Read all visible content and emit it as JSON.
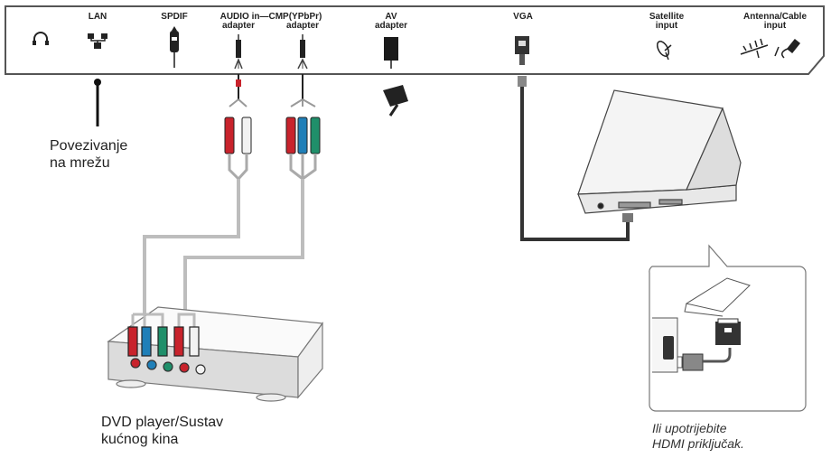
{
  "panel": {
    "ports": [
      {
        "id": "headphone",
        "label": "",
        "icon": "headphone-icon"
      },
      {
        "id": "lan",
        "label": "LAN",
        "icon": "network-icon"
      },
      {
        "id": "spdif",
        "label": "SPDIF",
        "icon": "spdif-plug-icon"
      },
      {
        "id": "audio-cmp",
        "label": "AUDIO in—CMP(YPbPr)",
        "icon": "mini-jack-icon"
      },
      {
        "id": "audio-adapter",
        "label": "adapter"
      },
      {
        "id": "cmp-adapter",
        "label": "adapter"
      },
      {
        "id": "av",
        "label": "AV",
        "sublabel": "adapter",
        "icon": "av-adapter-icon"
      },
      {
        "id": "vga",
        "label": "VGA",
        "icon": "vga-connector-icon"
      },
      {
        "id": "satellite",
        "label": "Satellite",
        "sublabel": "input",
        "icon": "satellite-dish-icon"
      },
      {
        "id": "antenna",
        "label": "Antenna/Cable",
        "sublabel": "input",
        "icon": "antenna-icon"
      }
    ]
  },
  "captions": {
    "network": [
      "Povezivanje",
      "na mrežu"
    ],
    "dvd": [
      "DVD player/Sustav",
      "kućnog kina"
    ],
    "hdmi": [
      "Ili upotrijebite",
      "HDMI priključak."
    ]
  },
  "colors": {
    "red": "#c8232c",
    "white": "#f2f2f2",
    "blue": "#1f7fb8",
    "green": "#1f8f6a",
    "cable": "#bdbdbd",
    "dark": "#222222"
  }
}
